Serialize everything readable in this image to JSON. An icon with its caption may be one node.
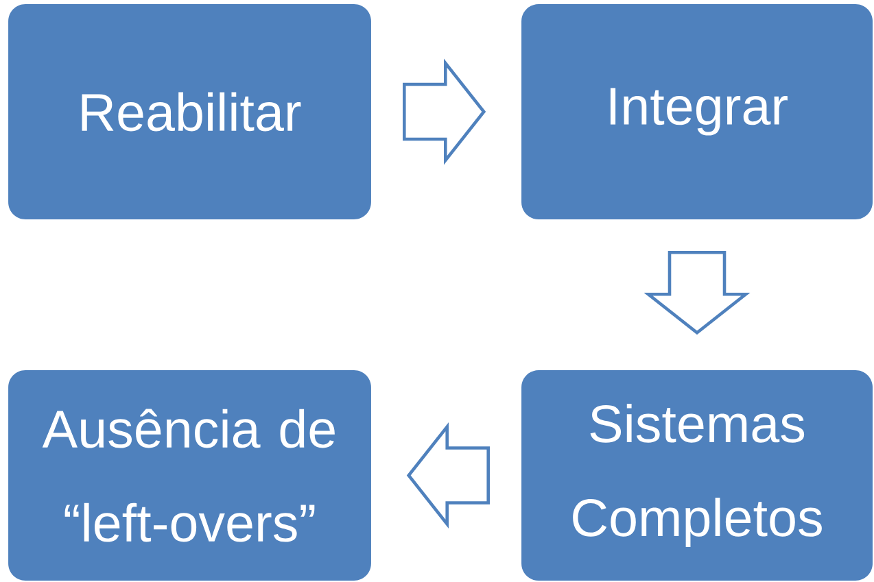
{
  "diagram": {
    "nodes": [
      {
        "text": [
          "Reabilitar"
        ]
      },
      {
        "text": [
          "Integrar"
        ]
      },
      {
        "text": [
          "Ausência de “left-overs”"
        ]
      },
      {
        "text": [
          "Sistemas Completos"
        ]
      }
    ],
    "edges": [
      {
        "from": 0,
        "to": 1,
        "arrow": "to"
      },
      {
        "from": 1,
        "to": 3,
        "arrow": "to"
      },
      {
        "from": 3,
        "to": 2,
        "arrow": "to"
      }
    ]
  }
}
